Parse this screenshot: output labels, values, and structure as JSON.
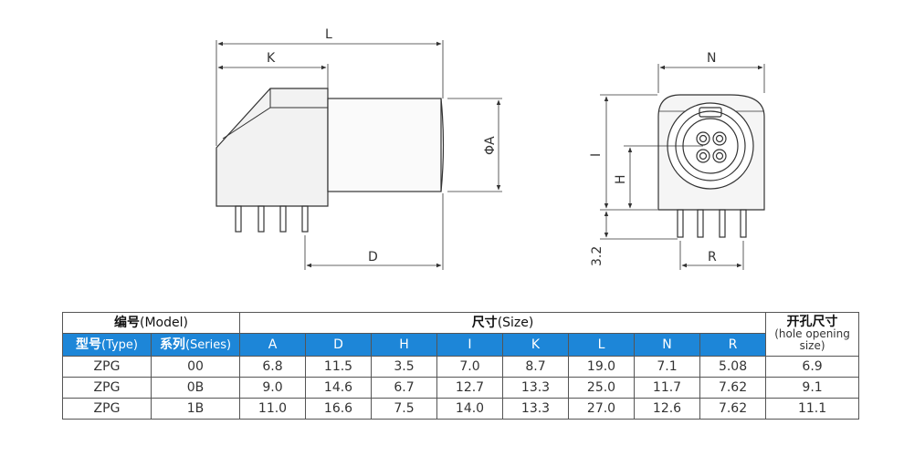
{
  "dimensions": {
    "L": "L",
    "K": "K",
    "phiA": "ΦA",
    "D": "D",
    "N": "N",
    "I": "I",
    "H": "H",
    "R": "R",
    "pin": "3.2"
  },
  "table": {
    "model_cn": "编号",
    "model_en": "(Model)",
    "size_cn": "尺寸",
    "size_en": "(Size)",
    "hole_cn": "开孔尺寸",
    "hole_en": "(hole opening size)",
    "type_cn": "型号",
    "type_en": "(Type)",
    "series_cn": "系列",
    "series_en": "(Series)",
    "columns": [
      "A",
      "D",
      "H",
      "I",
      "K",
      "L",
      "N",
      "R"
    ],
    "rows": [
      {
        "type": "ZPG",
        "series": "00",
        "values": [
          "6.8",
          "11.5",
          "3.5",
          "7.0",
          "8.7",
          "19.0",
          "7.1",
          "5.08"
        ],
        "hole": "6.9"
      },
      {
        "type": "ZPG",
        "series": "0B",
        "values": [
          "9.0",
          "14.6",
          "6.7",
          "12.7",
          "13.3",
          "25.0",
          "11.7",
          "7.62"
        ],
        "hole": "9.1"
      },
      {
        "type": "ZPG",
        "series": "1B",
        "values": [
          "11.0",
          "16.6",
          "7.5",
          "14.0",
          "13.3",
          "27.0",
          "12.6",
          "7.62"
        ],
        "hole": "11.1"
      }
    ]
  }
}
